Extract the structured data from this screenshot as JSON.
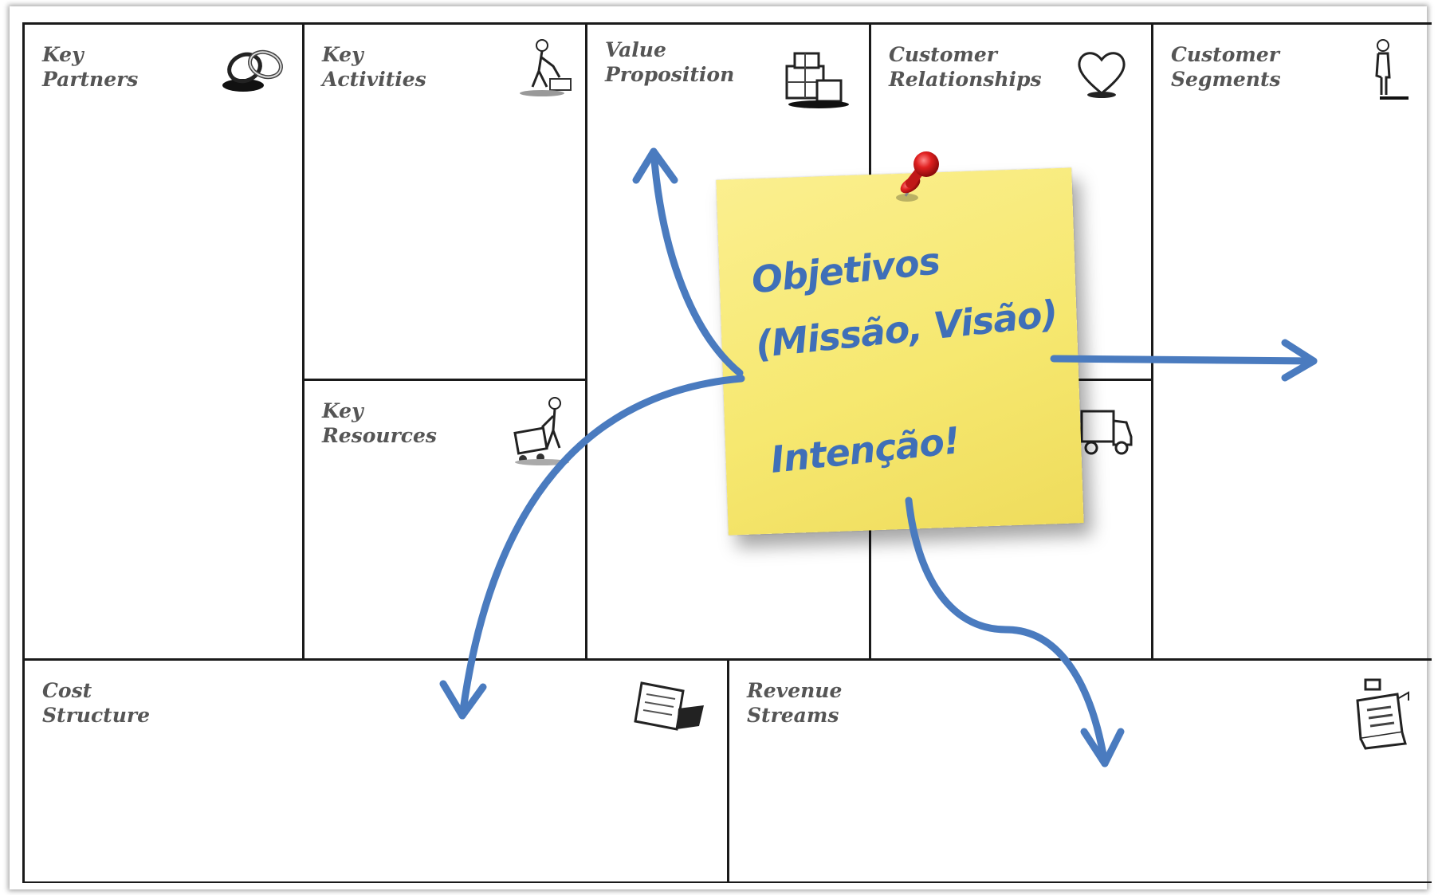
{
  "canvas": {
    "blocks": [
      {
        "id": "key-partners",
        "title": "Key\nPartners"
      },
      {
        "id": "key-activities",
        "title": "Key\nActivities"
      },
      {
        "id": "key-resources",
        "title": "Key\nResources"
      },
      {
        "id": "value-proposition",
        "title": "Value\nProposition"
      },
      {
        "id": "customer-relationships",
        "title": "Customer\nRelationships"
      },
      {
        "id": "channels",
        "title": ""
      },
      {
        "id": "customer-segments",
        "title": "Customer\nSegments"
      },
      {
        "id": "cost-structure",
        "title": "Cost\nStructure"
      },
      {
        "id": "revenue-streams",
        "title": "Revenue\nStreams"
      }
    ]
  },
  "sticky_note": {
    "line1": "Objetivos",
    "line2": "(Missão, Visão)",
    "line3": "Intenção!"
  },
  "colors": {
    "arrow": "#4a7bbf",
    "note": "#f6e870",
    "pin": "#e02020",
    "grid": "#1a1a1a"
  },
  "icons": [
    "chain-links-icon",
    "worker-icon",
    "gift-boxes-icon",
    "heart-icon",
    "truck-icon",
    "person-icon",
    "worker-with-cart-icon",
    "price-tag-icon",
    "cash-register-icon",
    "push-pin-icon"
  ]
}
